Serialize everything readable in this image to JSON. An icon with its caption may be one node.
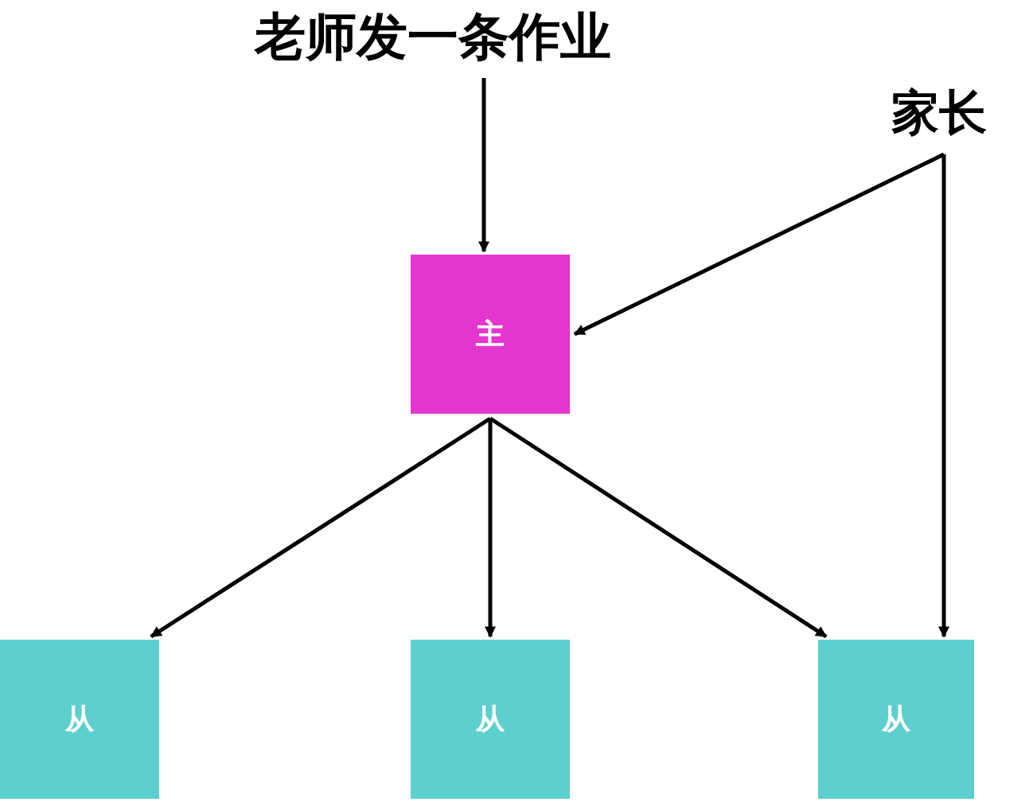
{
  "diagram": {
    "nodes": [
      {
        "text": [
          "老师发一条作业"
        ]
      },
      {
        "text": [
          "家长"
        ]
      },
      {
        "text": [
          "主"
        ]
      },
      {
        "text": [
          "从"
        ]
      },
      {
        "text": [
          "从"
        ]
      },
      {
        "text": [
          "从"
        ]
      }
    ],
    "edges": [
      {
        "from": 0,
        "to": 2,
        "arrow": "to"
      },
      {
        "from": 1,
        "to": 2,
        "arrow": "to"
      },
      {
        "from": 1,
        "to": 5,
        "arrow": "to"
      },
      {
        "from": 2,
        "to": 3,
        "arrow": "to"
      },
      {
        "from": 2,
        "to": 4,
        "arrow": "to"
      },
      {
        "from": 2,
        "to": 5,
        "arrow": "to"
      }
    ]
  }
}
